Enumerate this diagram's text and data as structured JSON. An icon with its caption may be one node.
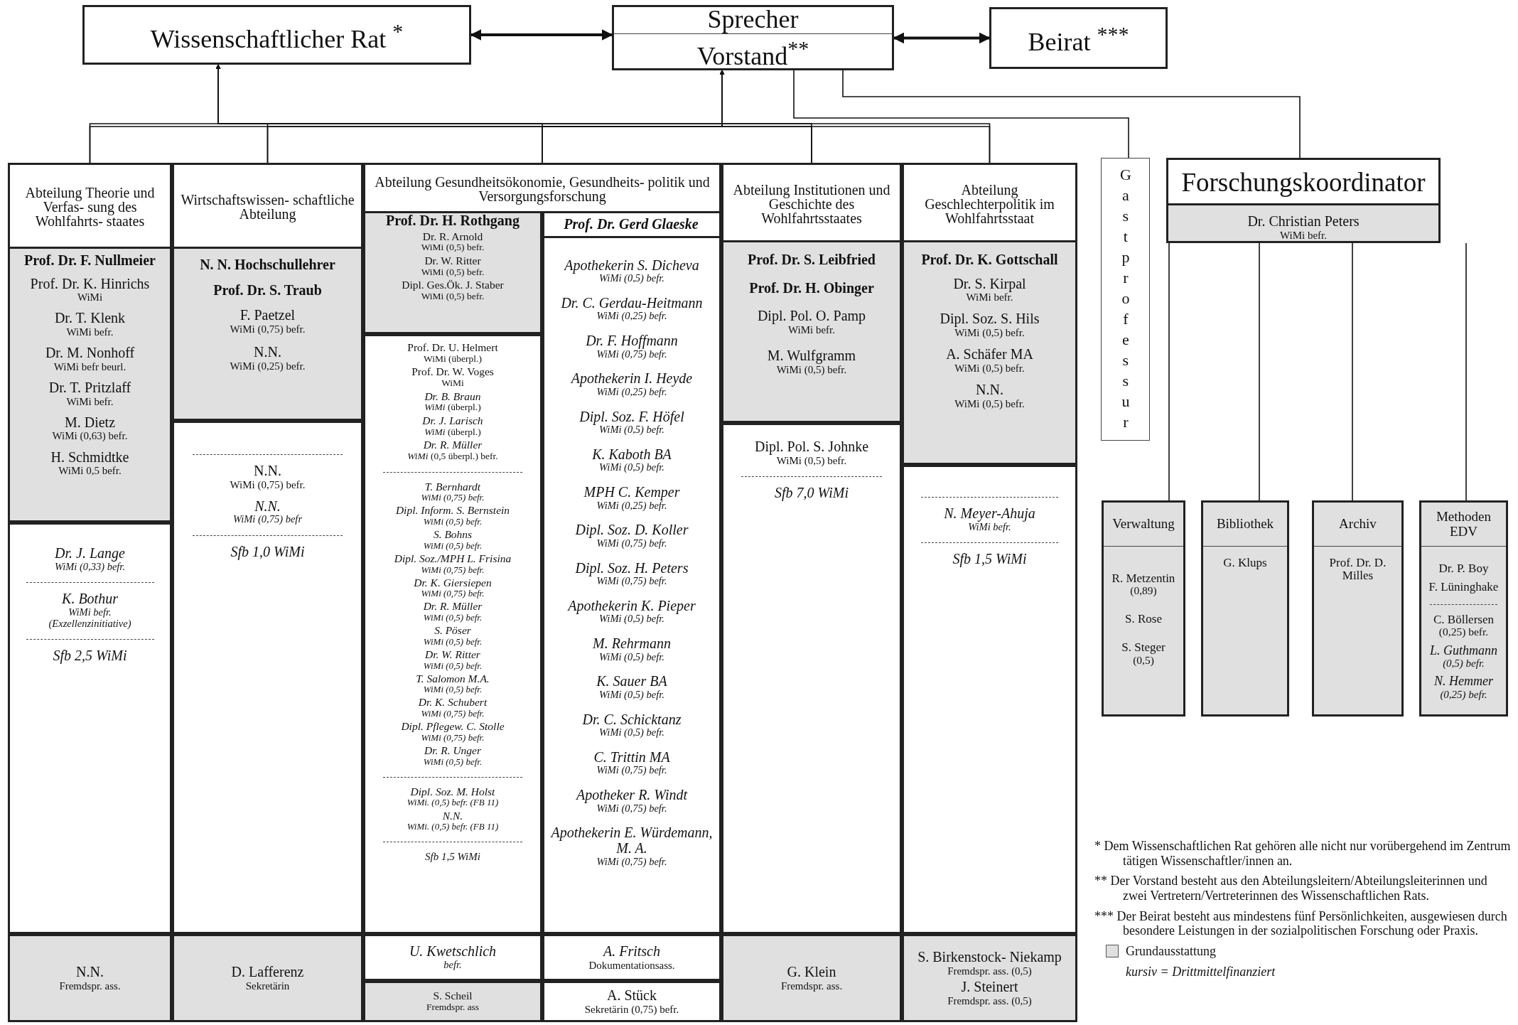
{
  "diagram": {
    "nodes": [
      {
        "text": [
          "Wissenschaftlicher Rat $^{*}$"
        ]
      },
      {
        "text": [
          "Sprecher",
          "Vorstand$^{**}$"
        ]
      },
      {
        "text": [
          "Beirat $^{***}$"
        ]
      },
      {
        "text": [
          "Abteilung Theorie und Verfas- sung des Wohlfahrts- staates"
        ]
      },
      {
        "text": [
          "Prof. Dr. F. Nullmeier",
          "Prof. Dr. K. Hinrichs",
          "WiMi",
          "Dr. T. Klenk",
          "WiMi befr.",
          "Dr. M. Nonhoff",
          "WiMi befr beurl.",
          "Dr. T. Pritzlaff",
          "WiMi befr.",
          "M. Dietz",
          "WiMi (0,63) befr.",
          "H. Schmidtke",
          "WiMi 0,5 befr."
        ],
        "in": 3
      },
      {
        "text": [
          "Dr. J. Lange",
          "WiMi (0,33) befr.",
          "K. Bothur",
          "WiMi befr.",
          "(Exzellenzinitiative)",
          "Sfb 2,5 WiMi"
        ],
        "in": 3
      },
      {
        "text": [
          "N.N.",
          "Fremdspr. ass."
        ],
        "in": 3
      },
      {
        "text": [
          "Wirtschaftswissen- schaftliche Abteilung"
        ]
      },
      {
        "text": [
          "N. N. Hochschullehrer",
          "Prof. Dr. S. Traub",
          "F. Paetzel",
          "WiMi (0,75) befr.",
          "N.N.",
          "WiMi (0,25) befr."
        ],
        "in": 7
      },
      {
        "text": [
          "N.N.",
          "WiMi (0,75) befr.",
          "N.N.",
          "WiMi (0,75) befr",
          "Sfb 1,0 WiMi"
        ],
        "in": 7
      },
      {
        "text": [
          "D. Lafferenz",
          "Sekretärin"
        ],
        "in": 7
      },
      {
        "text": [
          "Abteilung Gesundheitsökonomie, Gesundheits- politik und Versorgungsforschung"
        ]
      },
      {
        "text": [
          "Prof. Dr. H. Rothgang",
          "Dr. R. Arnold",
          "WiMi (0,5) befr.",
          "Dr. W. Ritter",
          "WiMi (0,5) befr.",
          "Dipl. Ges.Ök. J. Staber",
          "WiMi (0,5) befr."
        ],
        "in": 11
      },
      {
        "text": [
          "Prof. Dr. U. Helmert",
          "WiMi (überpl.)",
          "Prof. Dr. W. Voges",
          "WiMi",
          "Dr. B. Braun",
          "*WiMi* (überpl.)",
          "Dr. J. Larisch",
          "*WiMi* (überpl.)",
          "Dr. R. Müller",
          "*WiMi* (0,5 überpl.) befr.",
          "T. Bernhardt",
          "WiMi (0,75) befr.",
          "Dipl. Inform. S. Bernstein",
          "WiMi (0,5) befr.",
          "S. Bohns",
          "WiMi (0,5) befr.",
          "Dipl. Soz./MPH L. Frisina",
          "WiMi (0,75) befr.",
          "Dr. K. Giersiepen",
          "WiMi (0,75) befr.",
          "Dr. R. Müller",
          "WiMi (0,5) befr.",
          "S. Pöser",
          "WiMi (0,5) befr.",
          "Dr. W. Ritter",
          "WiMi (0,5) befr.",
          "T. Salomon M.A.",
          "WiMi (0,5) befr.",
          "Dr. K. Schubert",
          "WiMi (0,75) befr.",
          "Dipl. Pflegew. C. Stolle",
          "WiMi (0,75) befr.",
          "Dr. R. Unger",
          "WiMi (0,5) befr.",
          "Dipl. Soz. M. Holst",
          "WiMi. (0,5) befr. (FB 11)",
          "N.N.",
          "WiMi. (0,5) befr. (FB 11)",
          "Sfb 1,5 WiMi"
        ],
        "in": 11
      },
      {
        "text": [
          "Prof. Dr. Gerd Glaeske",
          "Apothekerin S. Dicheva",
          "WiMi (0,5) befr.",
          "Dr. C. Gerdau-Heitmann",
          "WiMi (0,25) befr.",
          "Dr. F. Hoffmann",
          "WiMi (0,75) befr.",
          "Apothekerin I. Heyde",
          "WiMi (0,25) befr.",
          "Dipl. Soz. F. Höfel",
          "WiMi (0,5) befr.",
          "K. Kaboth BA",
          "WiMi (0,5) befr.",
          "MPH C. Kemper",
          "WiMi (0,25) befr.",
          "Dipl. Soz. D. Koller",
          "WiMi (0,75) befr.",
          "Dipl. Soz. H. Peters",
          "WiMi (0,75) befr.",
          "Apothekerin K. Pieper",
          "WiMi (0,5) befr.",
          "M. Rehrmann",
          "WiMi (0,5) befr.",
          "K. Sauer BA",
          "WiMi (0,5) befr.",
          "Dr. C. Schicktanz",
          "WiMi (0,5) befr.",
          "C. Trittin MA",
          "WiMi (0,75) befr.",
          "Apotheker R. Windt",
          "WiMi (0,75) befr.",
          "Apothekerin E. Würdemann, M. A.",
          "WiMi (0,75) befr."
        ],
        "in": 11
      },
      {
        "text": [
          "U. Kwetschlich",
          "befr."
        ],
        "in": 11
      },
      {
        "text": [
          "A. Fritsch",
          "Dokumentationsass."
        ],
        "in": 11
      },
      {
        "text": [
          "S. Scheil",
          "Fremdspr. ass"
        ],
        "in": 11
      },
      {
        "text": [
          "A. Stück",
          "Sekretärin (0,75) befr."
        ],
        "in": 11
      },
      {
        "text": [
          "Abteilung Institutionen und Geschichte des Wohlfahrtsstaates"
        ]
      },
      {
        "text": [
          "Prof. Dr. S. Leibfried",
          "Prof. Dr. H. Obinger",
          "Dipl. Pol. O. Pamp",
          "WiMi befr.",
          "M. Wulfgramm",
          "WiMi (0,5) befr."
        ],
        "in": 19
      },
      {
        "text": [
          "Dipl. Pol. S. Johnke",
          "WiMi (0,5) befr.",
          "Sfb 7,0 WiMi"
        ],
        "in": 19
      },
      {
        "text": [
          "G. Klein",
          "Fremdspr. ass."
        ],
        "in": 19
      },
      {
        "text": [
          "Abteilung Geschlechterpolitik im Wohlfahrtsstaat"
        ]
      },
      {
        "text": [
          "Prof. Dr. K. Gottschall",
          "Dr. S. Kirpal",
          "WiMi befr.",
          "Dipl. Soz. S. Hils",
          "WiMi (0,5) befr.",
          "A. Schäfer MA",
          "WiMi (0,5) befr.",
          "N.N.",
          "WiMi (0,5) befr."
        ],
        "in": 23
      },
      {
        "text": [
          "N. Meyer-Ahuja",
          "WiMi befr.",
          "Sfb 1,5 WiMi"
        ],
        "in": 23
      },
      {
        "text": [
          "S. Birkenstock- Niekamp",
          "Fremdspr. ass. (0,5)",
          "J. Steinert",
          "Fremdspr. ass. (0,5)"
        ],
        "in": 23
      },
      {
        "text": [
          "Gastprofessur"
        ]
      },
      {
        "text": [
          "Forschungskoordinator",
          "Dr. Christian Peters",
          "WiMi befr."
        ]
      },
      {
        "text": [
          "Verwaltung",
          "R. Metzentin",
          "(0,89)",
          "S. Rose",
          "S. Steger",
          "(0,5)"
        ]
      },
      {
        "text": [
          "Bibliothek",
          "G. Klups"
        ]
      },
      {
        "text": [
          "Archiv",
          "Prof. Dr. D. Milles"
        ]
      },
      {
        "text": [
          "Methoden EDV",
          "Dr. P. Boy",
          "F. Lüninghake",
          "C. Böllersen",
          "(0,25) befr.",
          "L. Guthmann",
          "(0,5) befr.",
          "N. Hemmer",
          "(0,25) befr."
        ]
      }
    ],
    "edges": [
      {
        "from": 0,
        "to": 1,
        "arrow": "both"
      },
      {
        "from": 1,
        "to": 2,
        "arrow": "both"
      },
      {
        "from": 3,
        "to": 0,
        "arrow": "to"
      },
      {
        "from": 7,
        "to": 0,
        "arrow": "to"
      },
      {
        "from": 11,
        "to": 0,
        "arrow": "to"
      },
      {
        "from": 19,
        "to": 0,
        "arrow": "to"
      },
      {
        "from": 23,
        "to": 0,
        "arrow": "to"
      },
      {
        "from": 3,
        "to": 1,
        "arrow": "to"
      },
      {
        "from": 7,
        "to": 1,
        "arrow": "to"
      },
      {
        "from": 11,
        "to": 1,
        "arrow": "to"
      },
      {
        "from": 19,
        "to": 1,
        "arrow": "to"
      },
      {
        "from": 23,
        "to": 1,
        "arrow": "to"
      },
      {
        "from": 1,
        "to": 27,
        "arrow": "none"
      },
      {
        "from": 1,
        "to": 28,
        "arrow": "none"
      },
      {
        "from": 28,
        "to": 29,
        "arrow": "none"
      },
      {
        "from": 28,
        "to": 30,
        "arrow": "none"
      },
      {
        "from": 28,
        "to": 31,
        "arrow": "none"
      },
      {
        "from": 28,
        "to": 32,
        "arrow": "none"
      }
    ],
    "labels": [
      "* Dem Wissenschaftlichen Rat gehören alle nicht nur vorübergehend im Zentrum tätigen Wissenschaftler/innen an.",
      "** Der Vorstand besteht aus den Abteilungsleitern/Abteilungsleiterinnen und zwei Vertretern/Vertreterinnen des Wissenschaftlichen Rats.",
      "*** Der Beirat besteht aus mindestens fünf Persönlichkeiten, ausgewiesen durch besondere Leistungen in der sozialpolitischen Forschung oder Praxis.",
      "kursiv = Drittmittelfinanziert"
    ],
    "legend": [
      {
        "text": "Grundausstattung",
        "color": "#e0e0e0"
      }
    ]
  }
}
